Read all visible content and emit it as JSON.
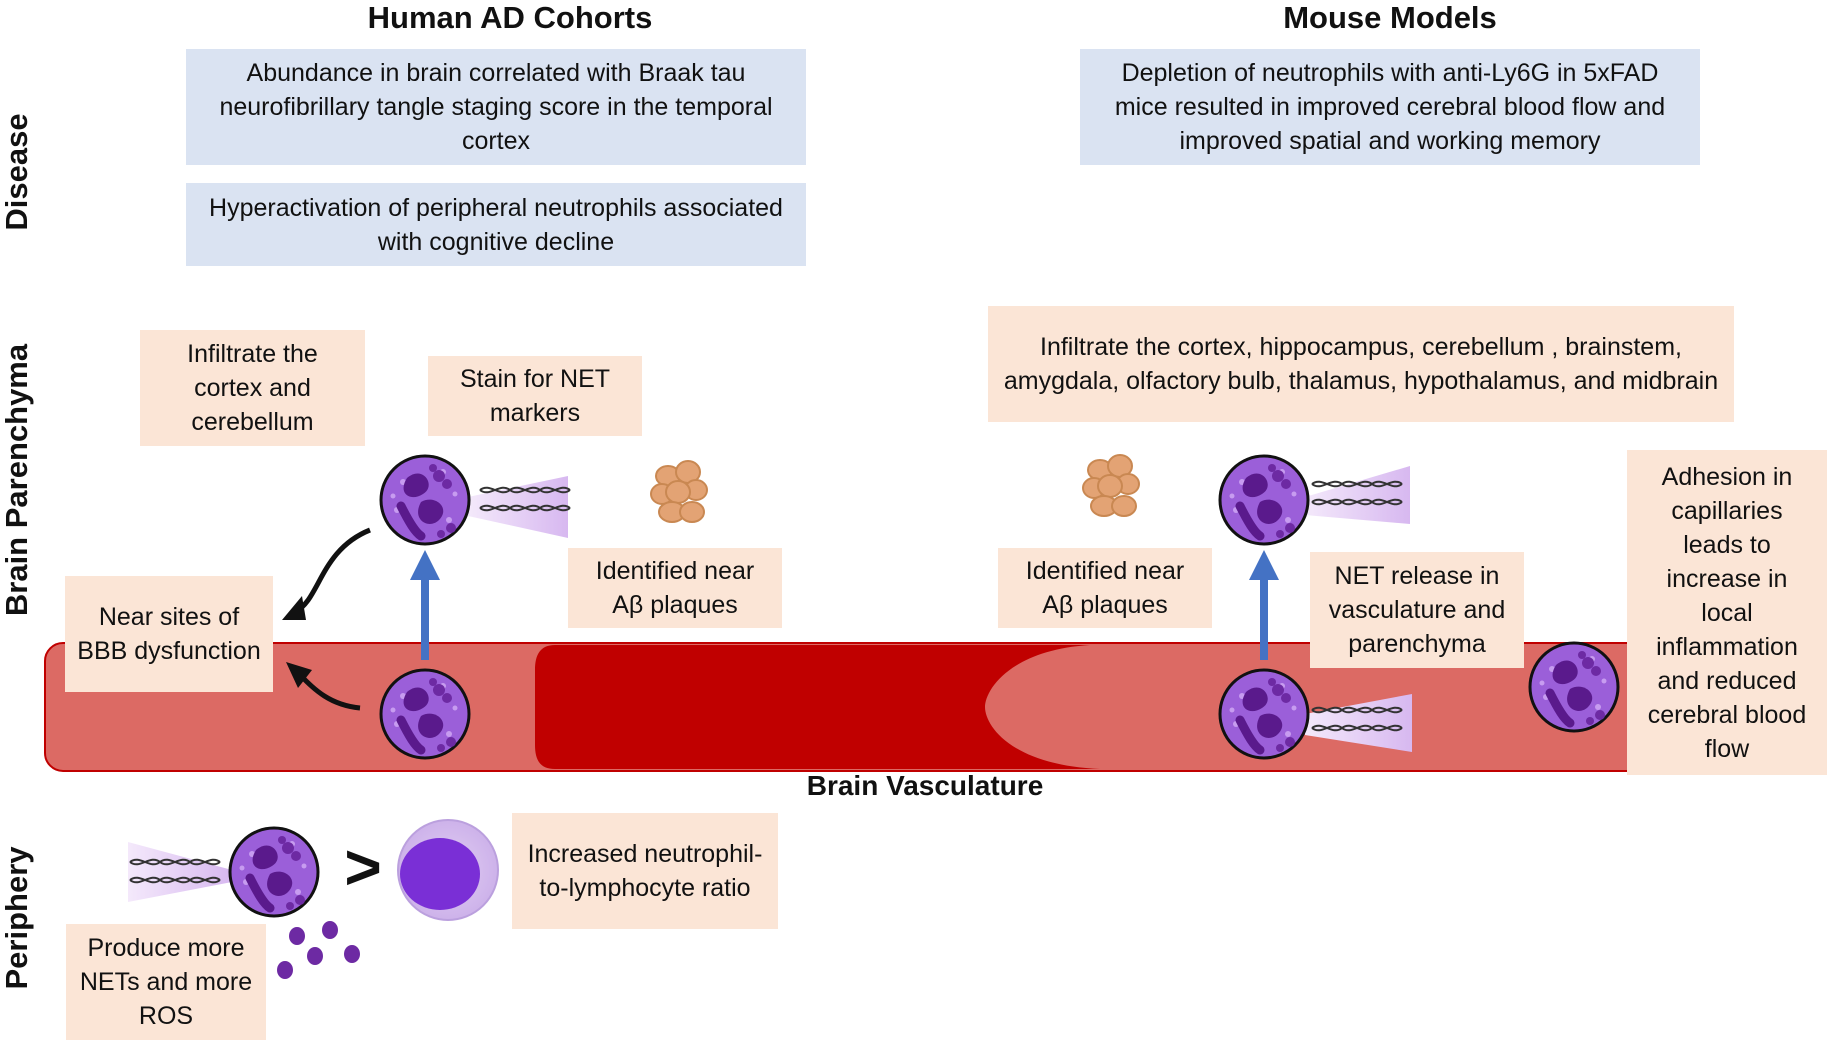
{
  "columns": {
    "human": "Human AD Cohorts",
    "mouse": "Mouse Models"
  },
  "rows": {
    "disease": "Disease",
    "parenchyma": "Brain Parenchyma",
    "periphery": "Periphery"
  },
  "vessel_label": "Brain Vasculature",
  "comparison_symbol": ">",
  "boxes": {
    "human_braak": "Abundance in brain correlated with Braak tau neurofibrillary tangle staging score in the temporal cortex",
    "human_hyper": "Hyperactivation of peripheral neutrophils associated with cognitive decline",
    "mouse_depletion": "Depletion of neutrophils with anti-Ly6G in 5xFAD mice resulted in improved cerebral blood flow and improved spatial and working memory",
    "human_infiltrate": "Infiltrate the cortex and cerebellum",
    "human_stain": "Stain for NET markers",
    "human_bbb": "Near sites of BBB dysfunction",
    "human_plaques": "Identified near Aβ plaques",
    "mouse_infiltrate": "Infiltrate the cortex, hippocampus, cerebellum , brainstem, amygdala, olfactory bulb, thalamus, hypothalamus, and midbrain",
    "mouse_plaques": "Identified near Aβ plaques",
    "mouse_net_release": "NET release in vasculature and parenchyma",
    "mouse_adhesion": "Adhesion in capillaries leads to increase in local inflammation and reduced cerebral blood flow",
    "periph_ratio": "Increased neutrophil-to-lymphocyte ratio",
    "periph_nets": "Produce more NETs and more ROS"
  },
  "colors": {
    "blue_box": "#dae3f2",
    "peach_box": "#fbe5d6",
    "vessel_light": "#dc6a64",
    "vessel_dark": "#c00000",
    "neutrophil": "#9b5fd9",
    "arrow_blue": "#4472c4"
  }
}
